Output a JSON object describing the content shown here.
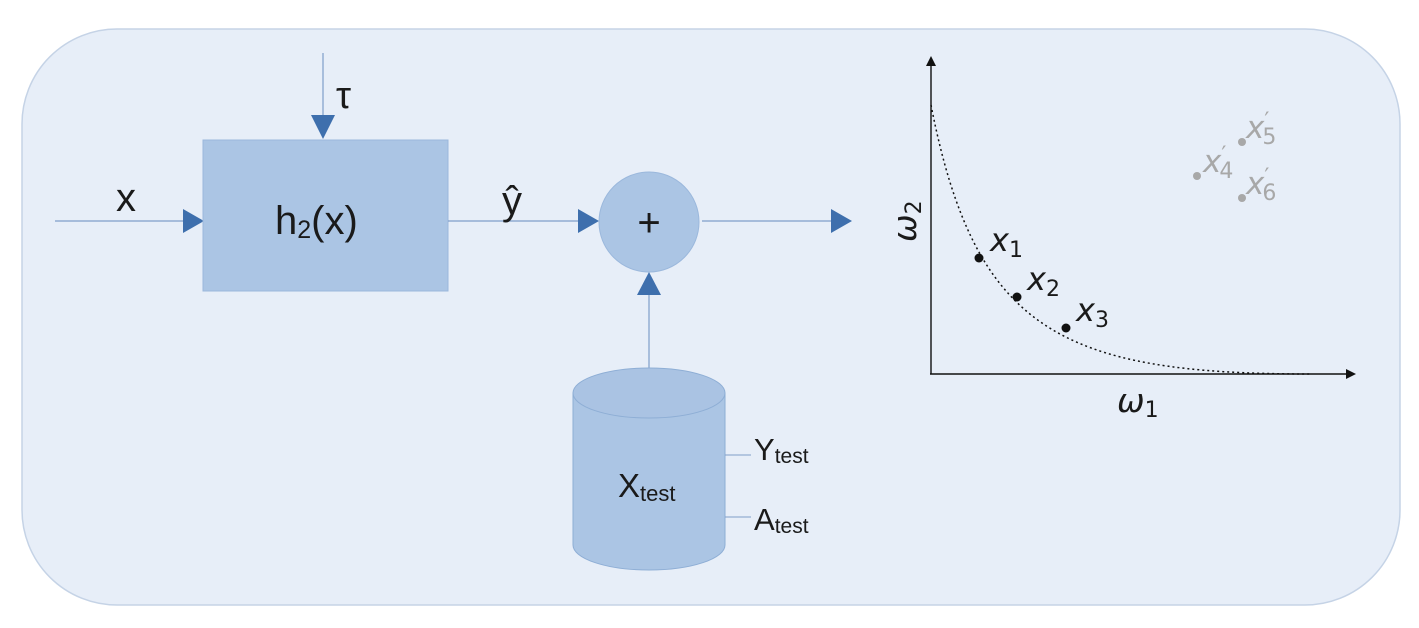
{
  "colors": {
    "panel_fill": "#e7eef8",
    "panel_stroke": "#c5d3e6",
    "block_fill": "#abc5e4",
    "block_stroke": "#8eaed5",
    "arrow": "#3e6fad",
    "line": "#7f9fc9",
    "axis": "#111111",
    "point": "#111111",
    "faded_point": "#a8a8a8"
  },
  "blocks": {
    "model": {
      "main": "h",
      "sub": "2",
      "suffix": "(x)"
    },
    "adder": {
      "label": "+"
    },
    "database": {
      "main": "X",
      "sub": "test",
      "outputs": [
        {
          "main": "Y",
          "sub": "test"
        },
        {
          "main": "A",
          "sub": "test"
        }
      ]
    }
  },
  "signals": {
    "input": "x",
    "tau": "τ",
    "prediction": "ŷ"
  },
  "plot": {
    "x_axis": {
      "main": "ω",
      "sub": "1"
    },
    "y_axis": {
      "main": "ω",
      "sub": "2"
    },
    "points": [
      {
        "main": "x",
        "sub": "1"
      },
      {
        "main": "x",
        "sub": "2"
      },
      {
        "main": "x",
        "sub": "3"
      }
    ],
    "faded_points": [
      {
        "main": "x",
        "prime": "′",
        "sub": "4"
      },
      {
        "main": "x",
        "prime": "′",
        "sub": "5"
      },
      {
        "main": "x",
        "prime": "′",
        "sub": "6"
      }
    ]
  }
}
